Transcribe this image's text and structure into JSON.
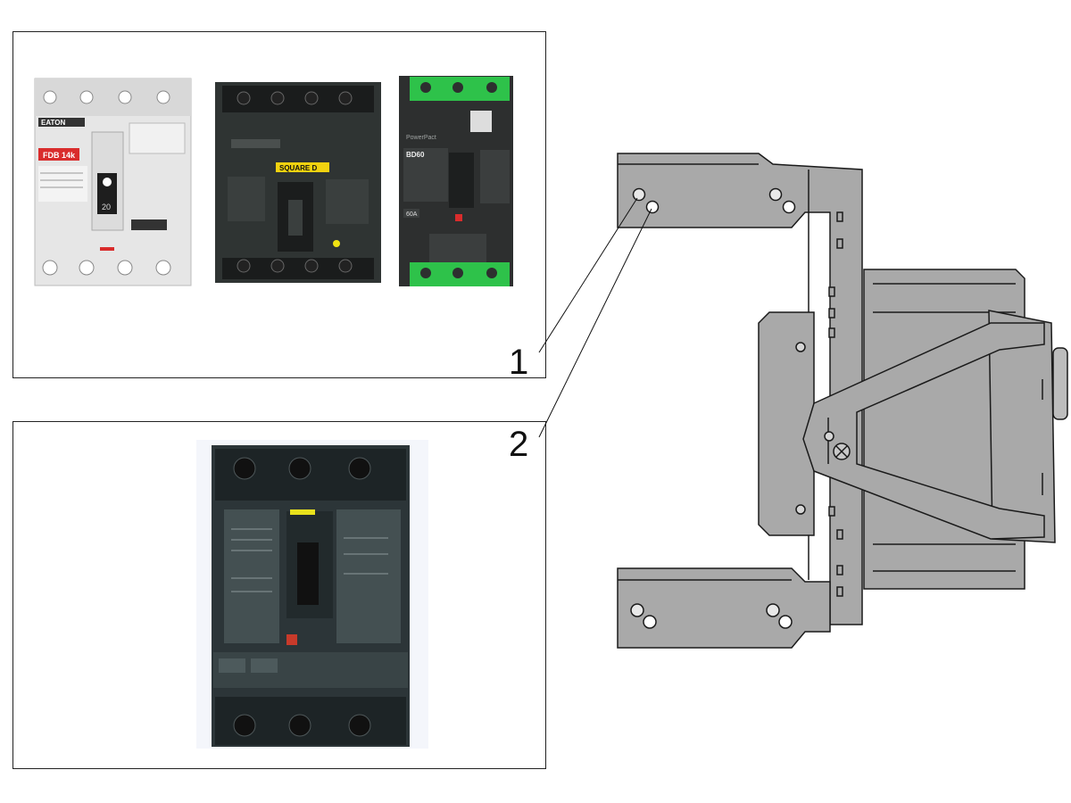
{
  "callouts": [
    {
      "number": "1"
    },
    {
      "number": "2"
    }
  ],
  "breakers": {
    "eaton": {
      "brand": "EATON",
      "model_badge": "FDB 14k",
      "handle_rating": "20"
    },
    "square_d": {
      "brand": "SQUARE D"
    },
    "powerpact": {
      "series": "PowerPact",
      "model": "BD60",
      "rating": "60A"
    },
    "dark_breaker": {}
  },
  "colors": {
    "bracket_fill": "#a9a9a9",
    "bracket_edge": "#1a1a1a",
    "accent_green": "#2ec24a",
    "eaton_red": "#d92c2c",
    "breaker_dark": "#2f3433"
  }
}
